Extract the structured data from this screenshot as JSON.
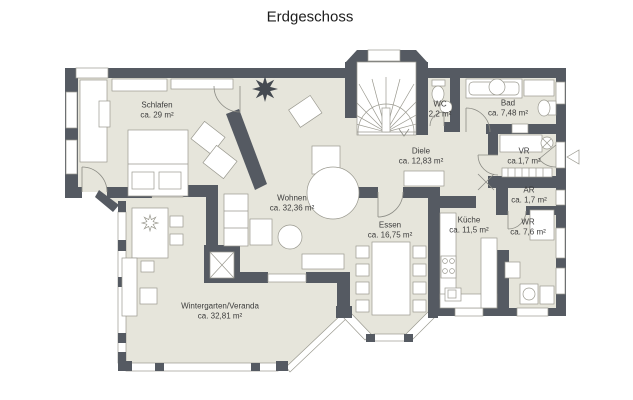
{
  "title": "Erdgeschoss",
  "colors": {
    "wall": "#555a62",
    "floor": "#e6e5db",
    "outline": "#9a998f",
    "glass": "#ffffff",
    "title_text": "#1c1c1c",
    "label_text": "#3c3c3c",
    "plant": "#454a51"
  },
  "icons": {
    "entrance_marker": "entrance-arrow-left",
    "plant_marker": "plant-star",
    "stairs_direction": "chevron-down",
    "double_swing_door": "x-cross"
  },
  "rooms": [
    {
      "id": "schlafen",
      "name": "Schlafen",
      "area": "ca. 29 m²"
    },
    {
      "id": "wohnen",
      "name": "Wohnen",
      "area": "ca. 32,36 m²"
    },
    {
      "id": "diele",
      "name": "Diele",
      "area": "ca. 12,83 m²"
    },
    {
      "id": "wc",
      "name": "WC",
      "area": "2,2 m²"
    },
    {
      "id": "bad",
      "name": "Bad",
      "area": "ca. 7,48 m²"
    },
    {
      "id": "vr",
      "name": "VR",
      "area": "ca.1,7 m²"
    },
    {
      "id": "ar",
      "name": "AR",
      "area": "ca. 1,7 m²"
    },
    {
      "id": "wr",
      "name": "WR",
      "area": "ca. 7,6 m²"
    },
    {
      "id": "kueche",
      "name": "Küche",
      "area": "ca. 11,5 m²"
    },
    {
      "id": "essen",
      "name": "Essen",
      "area": "ca. 16,75 m²"
    },
    {
      "id": "wintergarten",
      "name": "Wintergarten/Veranda",
      "area": "ca. 32,81 m²"
    }
  ]
}
